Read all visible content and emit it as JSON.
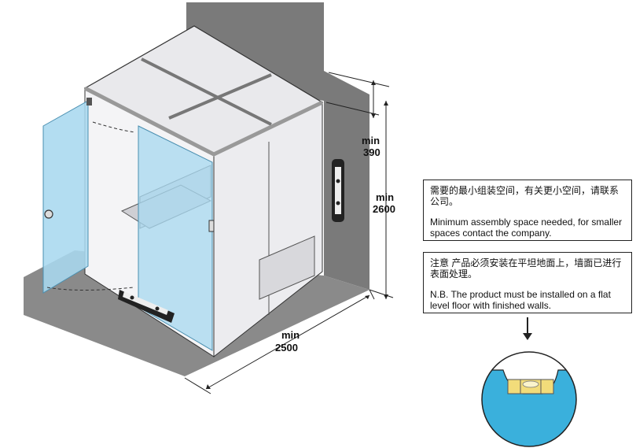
{
  "dimensions": {
    "height_gap": {
      "prefix": "min",
      "value": "390"
    },
    "height": {
      "prefix": "min",
      "value": "2600"
    },
    "width": {
      "prefix": "min",
      "value": "2500"
    }
  },
  "notes": {
    "assembly": {
      "cn": "需要的最小组装空间，有关更小空间，请联系公司。",
      "en": "Minimum assembly space needed, for smaller spaces contact the company."
    },
    "floor": {
      "cn": "注意  产品必须安装在平坦地面上，墙面已进行表面处理。",
      "en": "N.B. The product must be installed on a flat level floor with finished walls."
    }
  },
  "colors": {
    "glass": "#a9d8ef",
    "wall": "#7a7a7a",
    "floor": "#8a8a8a",
    "cabin": "#f4f4f6",
    "bubble": "#3ab0dc",
    "level_vial": "#f2dc7a"
  },
  "icons": [
    "door-hinge-icon",
    "door-handle-icon",
    "wall-sensor-icon",
    "floor-sensor-icon",
    "spirit-level-icon",
    "arrow-down-icon"
  ]
}
